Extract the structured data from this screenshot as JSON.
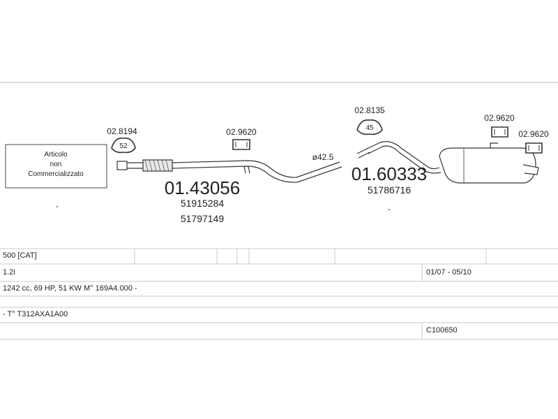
{
  "notice": {
    "line1": "Articolo",
    "line2": "non",
    "line3": "Commercializzato"
  },
  "parts": {
    "clamp_left": "02.8194",
    "clamp_left_badge": "52",
    "hanger_mid": "02.9620",
    "front_pipe_code": "01.43056",
    "front_pipe_oe1": "51915284",
    "front_pipe_oe2": "51797149",
    "diameter": "ø42.5",
    "clamp_right": "02.8135",
    "clamp_right_badge": "45",
    "rear_silencer_code": "01.60333",
    "rear_silencer_oe": "51786716",
    "hanger_rear1": "02.9620",
    "hanger_rear2": "02.9620"
  },
  "table": {
    "model": "500  [CAT]",
    "engine": "1.2i",
    "years": "01/07 - 05/10",
    "specs": "1242 cc, 69 HP, 51 KW  M° 169A4.000 -",
    "type": "- T° T312AXA1A00",
    "catalog": "C100650"
  }
}
